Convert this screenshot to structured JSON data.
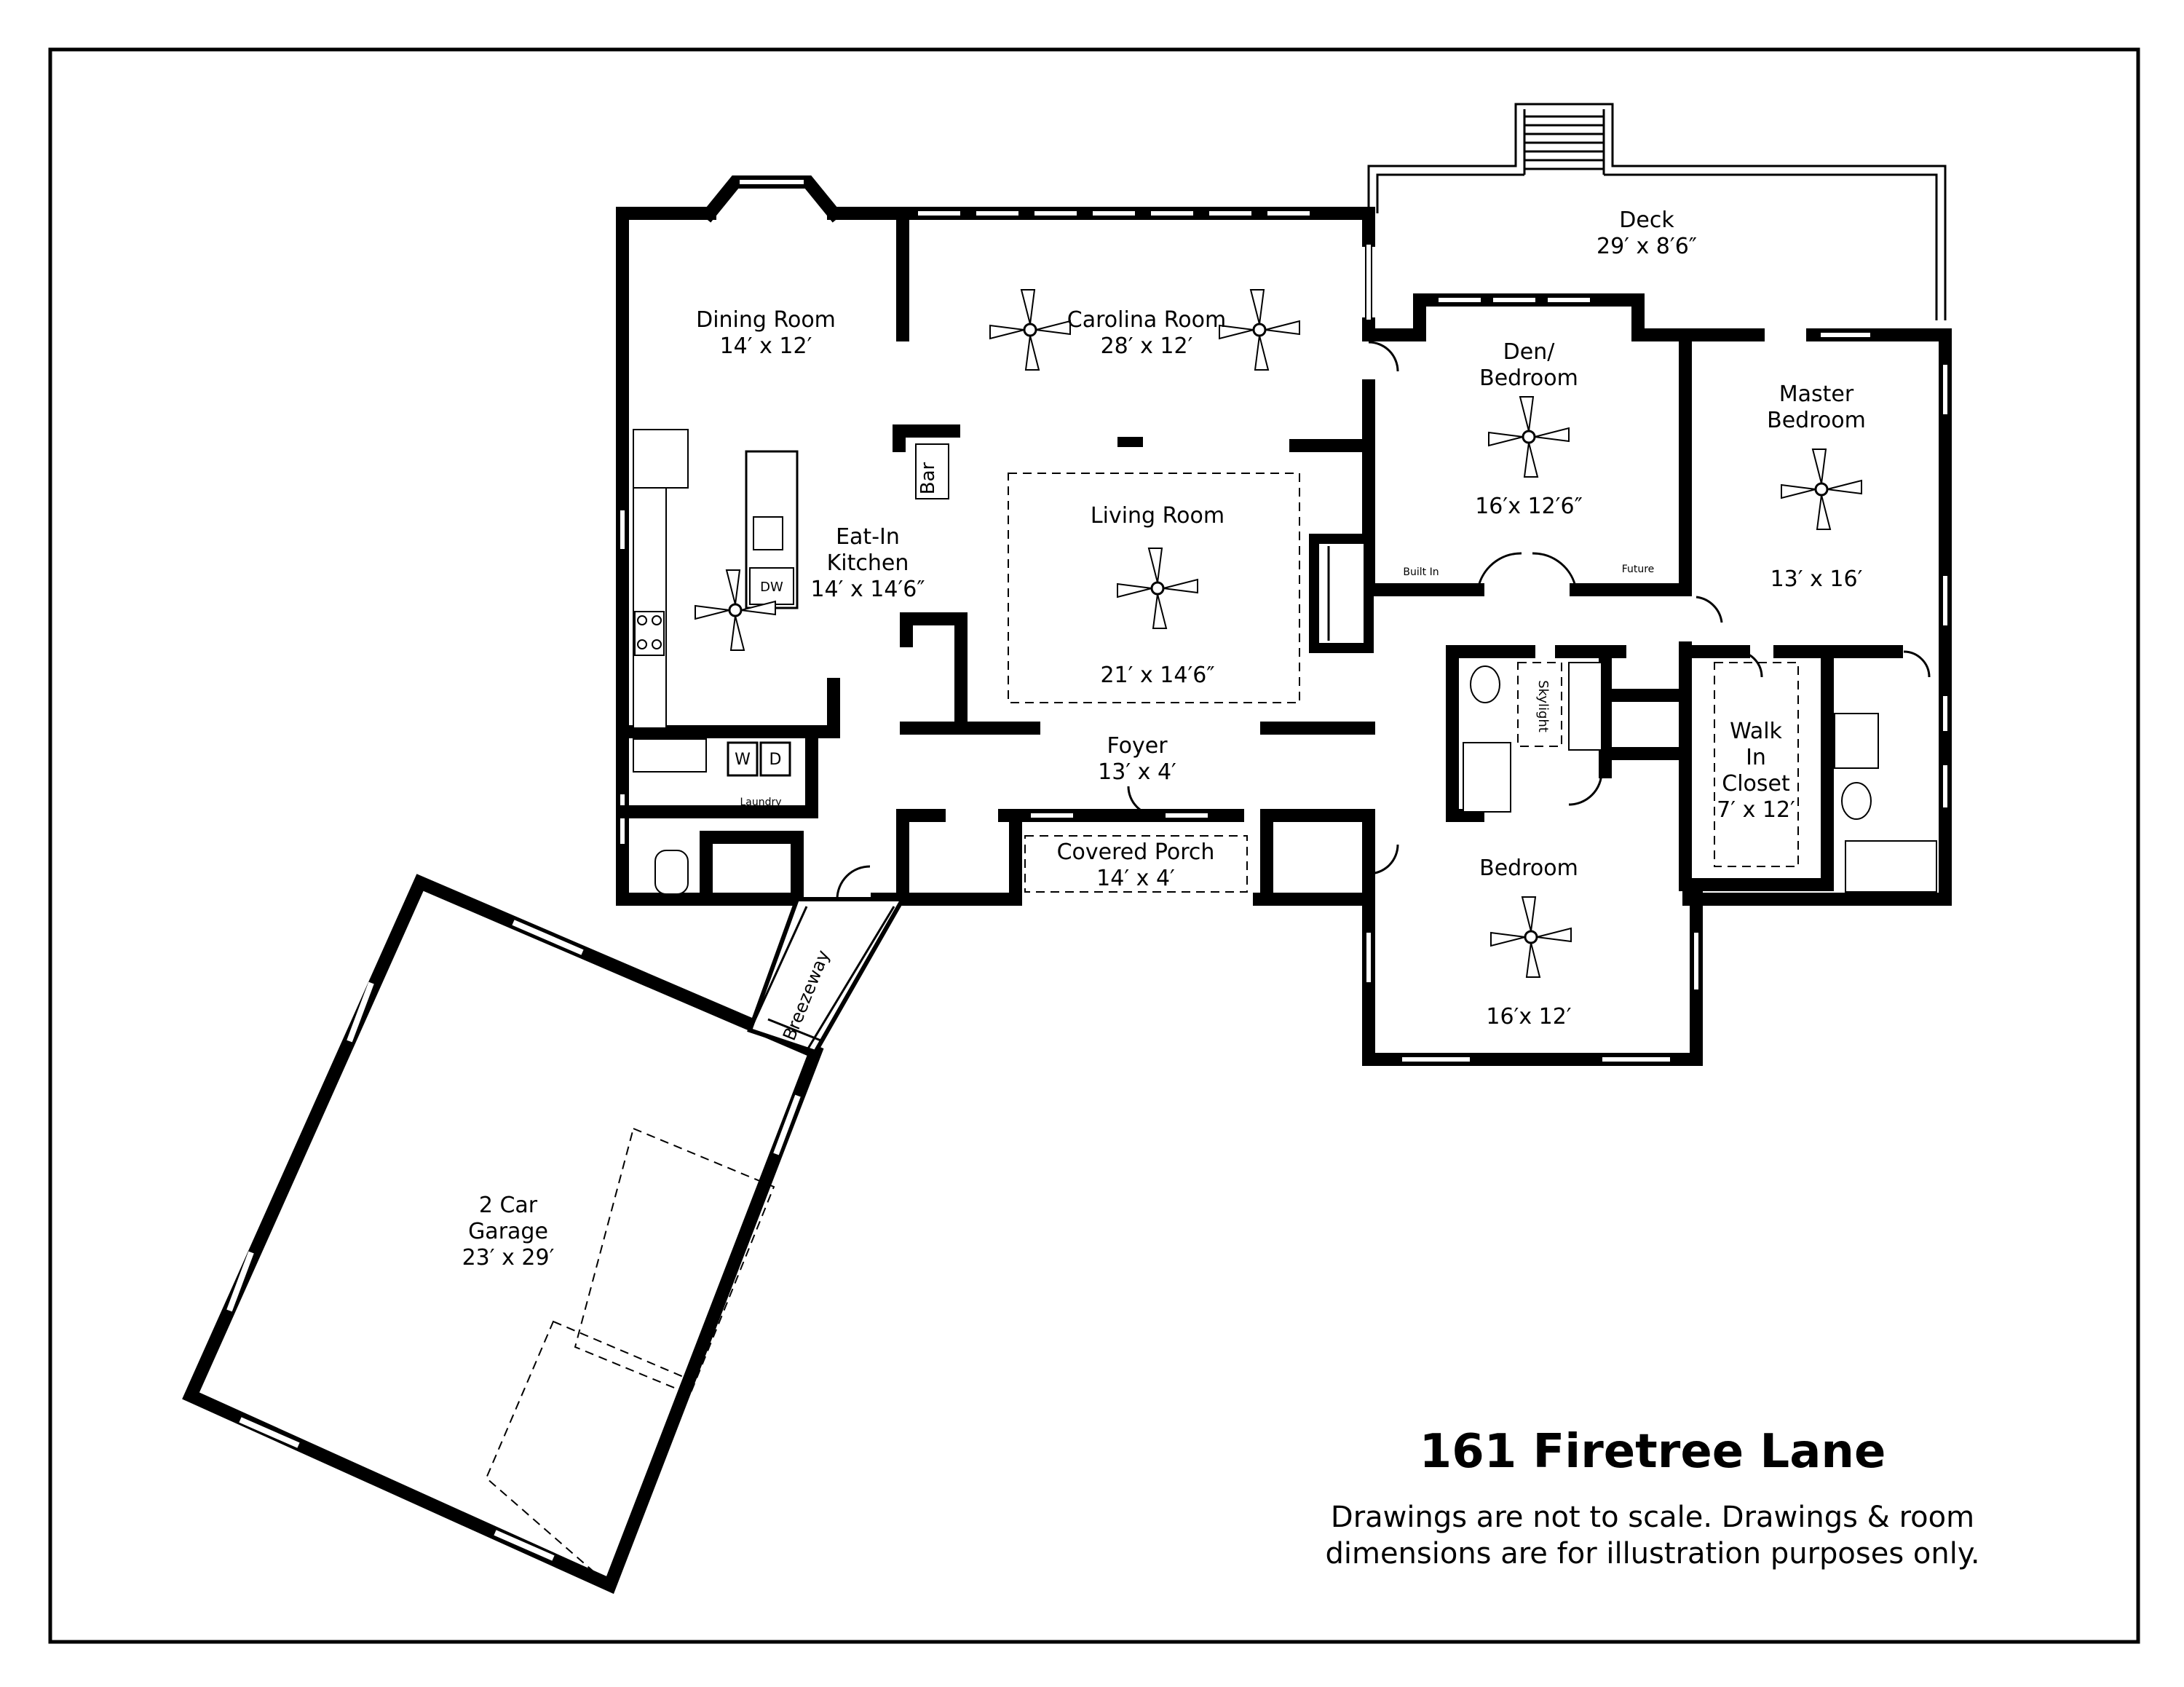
{
  "property": {
    "address": "161 Firetree Lane",
    "disclaimer_line1": "Drawings are not to scale. Drawings & room",
    "disclaimer_line2": "dimensions are for illustration purposes only."
  },
  "rooms": {
    "dining": {
      "name": "Dining Room",
      "size": "14′ x 12′"
    },
    "carolina": {
      "name": "Carolina Room",
      "size": "28′ x 12′"
    },
    "deck": {
      "name": "Deck",
      "size": "29′ x 8′6″"
    },
    "den": {
      "name_line1": "Den/",
      "name_line2": "Bedroom",
      "size": "16′x 12′6″"
    },
    "master": {
      "name_line1": "Master",
      "name_line2": "Bedroom",
      "size": "13′ x 16′"
    },
    "kitchen": {
      "name_line1": "Eat-In",
      "name_line2": "Kitchen",
      "size": "14′ x 14′6″"
    },
    "living": {
      "name": "Living Room",
      "size": "21′ x 14′6″"
    },
    "foyer": {
      "name": "Foyer",
      "size": "13′ x 4′"
    },
    "porch": {
      "name": "Covered Porch",
      "size": "14′ x 4′"
    },
    "bedroom": {
      "name": "Bedroom",
      "size": "16′x 12′"
    },
    "closet": {
      "name_line1": "Walk",
      "name_line2": "In",
      "name_line3": "Closet",
      "size": "7′ x 12′"
    },
    "garage": {
      "name_line1": "2 Car",
      "name_line2": "Garage",
      "size": "23′ x 29′"
    },
    "breezeway": {
      "name": "Breezeway"
    }
  },
  "fixtures": {
    "bar": "Bar",
    "dishwasher": "DW",
    "washer": "W",
    "dryer": "D",
    "laundry": "Laundry",
    "skylight": "Skylight",
    "built_in": "Built In",
    "future": "Future"
  }
}
